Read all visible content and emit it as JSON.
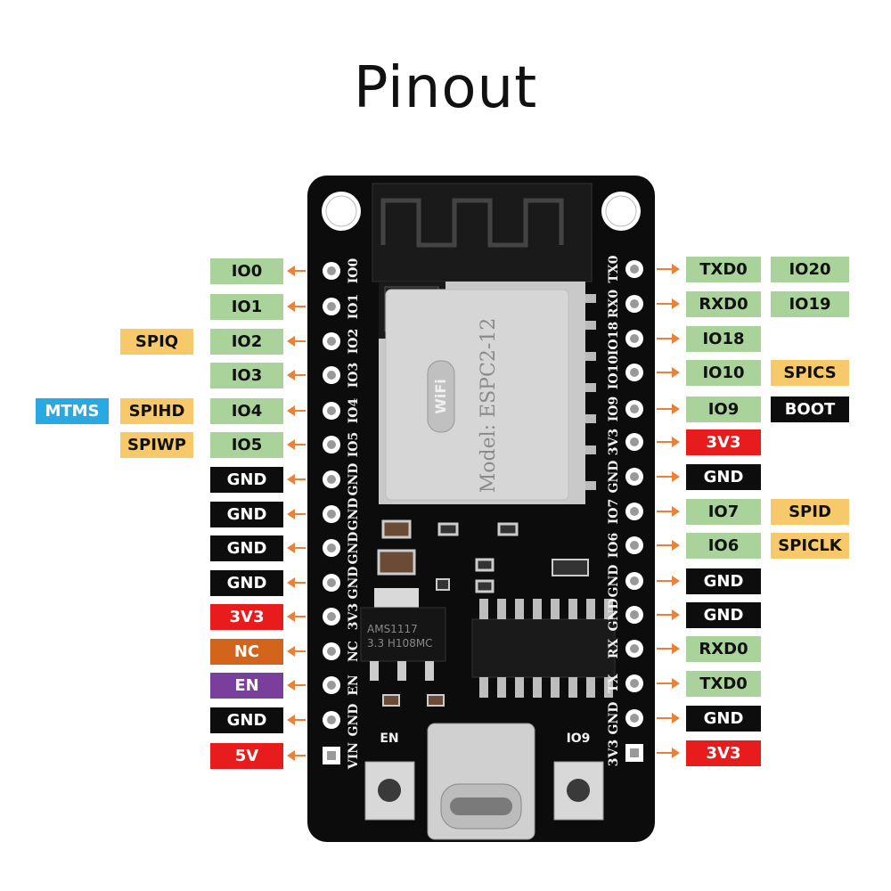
{
  "title": "Pinout",
  "colors": {
    "green": "#a9d39a",
    "black": "#0d0d0d",
    "red": "#e81c1c",
    "orange": "#d2641b",
    "purple": "#7a3f9d",
    "yellow": "#f7c96a",
    "blue": "#29a9e1",
    "arrow": "#e8823a"
  },
  "board": {
    "module_model": "Model: ESPC2-12",
    "wifi_logo": "WiFi",
    "regulator_text_1": "AMS1117",
    "regulator_text_2": "3.3 H108MC",
    "button_en_label": "EN",
    "button_io9_label": "IO9",
    "left_silk": [
      "IO0",
      "IO1",
      "IO2",
      "IO3",
      "IO4",
      "IO5",
      "GND",
      "GND",
      "GND",
      "GND",
      "3V3",
      "NC",
      "EN",
      "GND",
      "VIN"
    ],
    "right_silk": [
      "TX0",
      "RX0",
      "IO18",
      "IO10",
      "IO9",
      "3V3",
      "GND",
      "IO7",
      "IO6",
      "GND",
      "GND",
      "RX",
      "TX",
      "GND",
      "3V3"
    ]
  },
  "left_pins": [
    {
      "name": "IO0",
      "color": "green",
      "extra": []
    },
    {
      "name": "IO1",
      "color": "green",
      "extra": []
    },
    {
      "name": "IO2",
      "color": "green",
      "extra": [
        {
          "name": "SPIQ",
          "color": "yellow"
        }
      ]
    },
    {
      "name": "IO3",
      "color": "green",
      "extra": []
    },
    {
      "name": "IO4",
      "color": "green",
      "extra": [
        {
          "name": "SPIHD",
          "color": "yellow"
        },
        {
          "name": "MTMS",
          "color": "blue"
        }
      ]
    },
    {
      "name": "IO5",
      "color": "green",
      "extra": [
        {
          "name": "SPIWP",
          "color": "yellow"
        }
      ]
    },
    {
      "name": "GND",
      "color": "black",
      "extra": []
    },
    {
      "name": "GND",
      "color": "black",
      "extra": []
    },
    {
      "name": "GND",
      "color": "black",
      "extra": []
    },
    {
      "name": "GND",
      "color": "black",
      "extra": []
    },
    {
      "name": "3V3",
      "color": "red",
      "extra": []
    },
    {
      "name": "NC",
      "color": "orange",
      "extra": []
    },
    {
      "name": "EN",
      "color": "purple",
      "extra": []
    },
    {
      "name": "GND",
      "color": "black",
      "extra": []
    },
    {
      "name": "5V",
      "color": "red",
      "extra": []
    }
  ],
  "right_pins": [
    {
      "name": "TXD0",
      "color": "green",
      "extra": [
        {
          "name": "IO20",
          "color": "green"
        }
      ]
    },
    {
      "name": "RXD0",
      "color": "green",
      "extra": [
        {
          "name": "IO19",
          "color": "green"
        }
      ]
    },
    {
      "name": "IO18",
      "color": "green",
      "extra": []
    },
    {
      "name": "IO10",
      "color": "green",
      "extra": [
        {
          "name": "SPICS",
          "color": "yellow"
        }
      ]
    },
    {
      "name": "IO9",
      "color": "green",
      "extra": [
        {
          "name": "BOOT",
          "color": "black"
        }
      ]
    },
    {
      "name": "3V3",
      "color": "red",
      "extra": []
    },
    {
      "name": "GND",
      "color": "black",
      "extra": []
    },
    {
      "name": "IO7",
      "color": "green",
      "extra": [
        {
          "name": "SPID",
          "color": "yellow"
        }
      ]
    },
    {
      "name": "IO6",
      "color": "green",
      "extra": [
        {
          "name": "SPICLK",
          "color": "yellow"
        }
      ]
    },
    {
      "name": "GND",
      "color": "black",
      "extra": []
    },
    {
      "name": "GND",
      "color": "black",
      "extra": []
    },
    {
      "name": "RXD0",
      "color": "green",
      "extra": []
    },
    {
      "name": "TXD0",
      "color": "green",
      "extra": []
    },
    {
      "name": "GND",
      "color": "black",
      "extra": []
    },
    {
      "name": "3V3",
      "color": "red",
      "extra": []
    }
  ]
}
